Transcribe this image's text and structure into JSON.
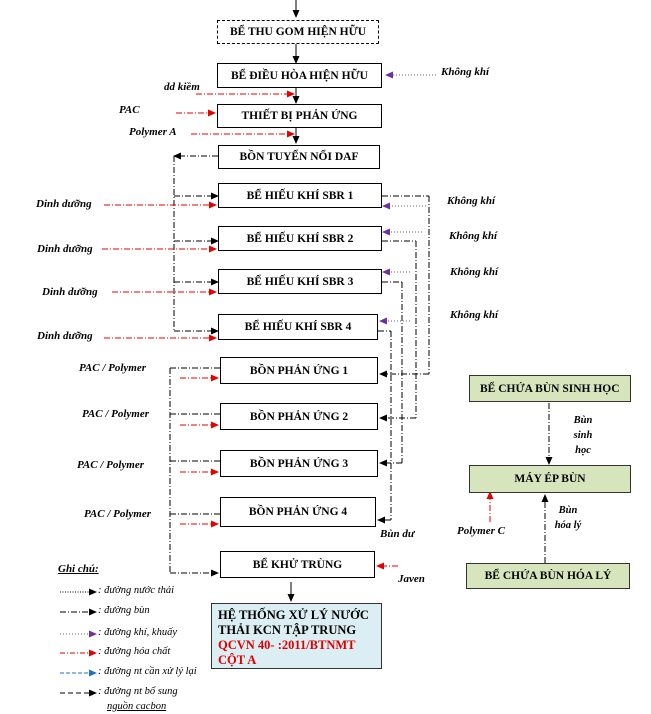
{
  "boxes": {
    "thu_gom": "BỂ THU GOM HIỆN HỮU",
    "dieu_hoa": "BỂ ĐIỀU HÒA HIỆN HỮU",
    "thiet_bi": "THIẾT BỊ PHẢN ỨNG",
    "daf": "BỒN TUYỂN NỔI DAF",
    "sbr1": "BỂ HIẾU KHÍ SBR 1",
    "sbr2": "BỂ HIẾU KHÍ SBR 2",
    "sbr3": "BỂ HIẾU KHÍ SBR 3",
    "sbr4": "BỂ HIẾU KHÍ SBR 4",
    "pu1": "BỒN PHẢN ỨNG 1",
    "pu2": "BỒN PHẢN ỨNG 2",
    "pu3": "BỒN PHẢN ỨNG 3",
    "pu4": "BỒN PHẢN ỨNG 4",
    "khu_trung": "BỂ KHỬ TRÙNG",
    "final_line1": "HỆ THỐNG XỬ LÝ NƯỚC",
    "final_line2": "THẢI KCN TẬP TRUNG",
    "final_red1": "QCVN 40- :2011/BTNMT",
    "final_red2": "CỘT A",
    "bun_sinh_hoc": "BỂ CHỨA BÙN SINH HỌC",
    "may_ep": "MÁY ÉP BÙN",
    "bun_hoa_ly": "BỂ CHỨA BÙN HÓA LÝ"
  },
  "labels": {
    "khong_khi": "Không khí",
    "dd_kiem": "dd kiềm",
    "pac": "PAC",
    "polymer_a": "Polymer A",
    "dinh_duong": "Dinh dưỡng",
    "pac_polymer": "PAC / Polymer",
    "bun_du": "Bùn dư",
    "javen": "Javen",
    "bun_sinh_hoc": "Bùn sinh học",
    "bun_hoa_ly": "Bùn hóa lý",
    "polymer_c": "Polymer C"
  },
  "legend": {
    "title": "Ghi chú:",
    "items": [
      ": đường nước thải",
      ": đường bùn",
      ": đường khí, khuấy",
      ": đường hóa chất",
      ": đường nt cần xử lý lại",
      ": đường nt bổ sung"
    ],
    "extra": "nguồn cacbon"
  },
  "colors": {
    "chemical": "#e60000",
    "air": "#7030a0",
    "reprocess": "#1f6fd0",
    "green_box": "#d7e5bd",
    "final_box": "#dbeef4"
  }
}
